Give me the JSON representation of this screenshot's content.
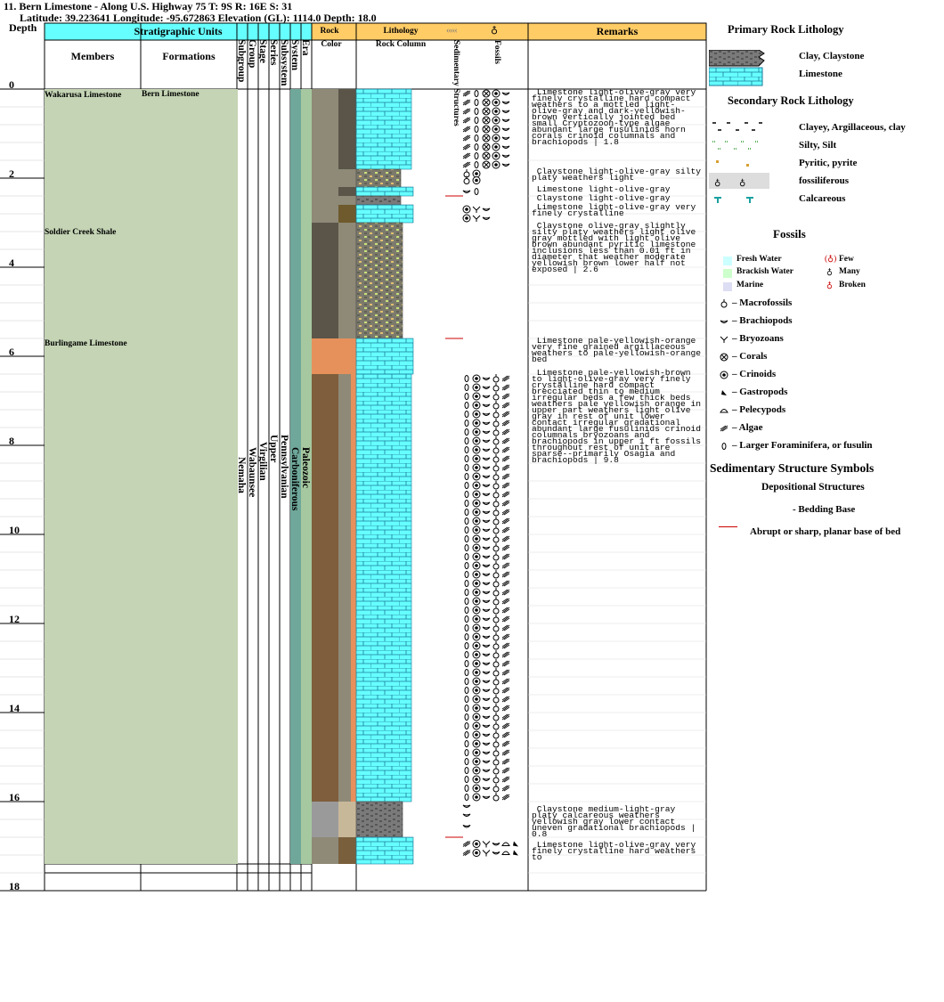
{
  "header": {
    "title": "11. Bern Limestone  - Along U.S. Highway 75 T: 9S R: 16E S: 31",
    "subtitle": "Latitude: 39.223641 Longitude: -95.672863 Elevation (GL): 1114.0 Depth: 18.0"
  },
  "columns": {
    "depth": "Depth",
    "strat_units": "Stratigraphic Units",
    "members": "Members",
    "formations": "Formations",
    "rank_labels": [
      "Subgroup",
      "Group",
      "Stage",
      "Series",
      "Subsystem",
      "System",
      "Era"
    ],
    "rock": "Rock",
    "color": "Color",
    "lithology": "Lithology",
    "rock_column": "Rock Column",
    "sed_struct": "Sedimentary Structures",
    "fossils": "Fossils",
    "remarks": "Remarks"
  },
  "depth_ticks": [
    "0",
    "2",
    "4",
    "6",
    "8",
    "10",
    "12",
    "14",
    "16",
    "18"
  ],
  "members": [
    {
      "name": "Wakarusa Limestone"
    },
    {
      "name": "Soldier Creek Shale"
    },
    {
      "name": "Burlingame Limestone"
    }
  ],
  "formation": "Bern Limestone",
  "rank_values": [
    "Nemaha",
    "Wabaunsee",
    "Virgilian",
    "Upper",
    "Pennsylvanian",
    "Carboniferous",
    "Paleozoic"
  ],
  "colors": {
    "header": "#ffcc66",
    "strat_header": "#66ffff",
    "member_fill": "#c4d4b4",
    "limestone": "#66ffff",
    "olive_gray": "#8e8a77",
    "dark_olive": "#5a5548",
    "yellowish_brown": "#7a5f3c",
    "pale_orange": "#e6915c",
    "light_brown": "#7e5e3c",
    "medium_gray": "#9a9a9a",
    "pale_tan": "#c8b89a",
    "strat_teal": "#6fa89a",
    "bed_base": "#cc0000"
  },
  "remarks": [
    "Limestone light-olive-gray very finely crystalline hard compact weathers to a mottled light-olive-gray and dark-yellowish-brown vertically jointed bed small Cryptozoon-type algae abundant large fusulinids horn corals crinoid columnals and brachiopods | 1.8",
    "Claystone light-olive-gray silty platy weathers light",
    "Limestone light-olive-gray",
    "Claystone light-olive-gray",
    "Limestone light-olive-gray very finely crystalline",
    "Claystone olive-gray slightly silty platy weathers light olive gray mottled with light olive brown abundant pyritic limestone inclusions less than 0.01 ft in diameter that weather moderate yellowish brown lower half not exposed | 2.6",
    "Limestone pale-yellowish-orange very fine grained argillaceous weathers to pale-yellowish-orange bed",
    "Limestone pale-yellowish-brown to light-olive-gray very finely crystalline hard compact brecciated thin to medium irregular beds a few thick beds weathers pale yellowish orange in upper part weathers light olive gray in rest of unit lower contact irregular gradational abundant large fusulinids crinoid columnals bryozoans and brachiopods in upper 1 ft fossils throughout rest of unit are sparse--primarily Osagia and brachiopods | 9.8",
    "Claystone medium-light-gray platy calcareous weathers yellowish gray lower contact uneven gradational brachiopods | 0.8",
    "Limestone light-olive-gray very finely crystalline hard weathers to"
  ],
  "legend": {
    "primary_title": "Primary Rock Lithology",
    "primary": [
      "Clay, Claystone",
      "Limestone"
    ],
    "secondary_title": "Secondary Rock Lithology",
    "secondary": [
      "Clayey, Argillaceous, clay",
      "Silty, Silt",
      "Pyritic, pyrite",
      "fossiliferous",
      "Calcareous"
    ],
    "fossils_title": "Fossils",
    "environments": [
      "Fresh Water",
      "Brackish Water",
      "Marine"
    ],
    "abundance": [
      "Few",
      "Many",
      "Broken"
    ],
    "fossil_types": [
      "– Macrofossils",
      "– Brachiopods",
      "– Bryozoans",
      "– Corals",
      "– Crinoids",
      "– Gastropods",
      "– Pelecypods",
      "– Algae",
      "– Larger Foraminifera, or fusulin"
    ],
    "sed_title": "Sedimentary Structure Symbols",
    "dep_title": "Depositional Structures",
    "bedding": "- Bedding Base",
    "abrupt": "Abrupt or sharp, planar base of bed"
  }
}
